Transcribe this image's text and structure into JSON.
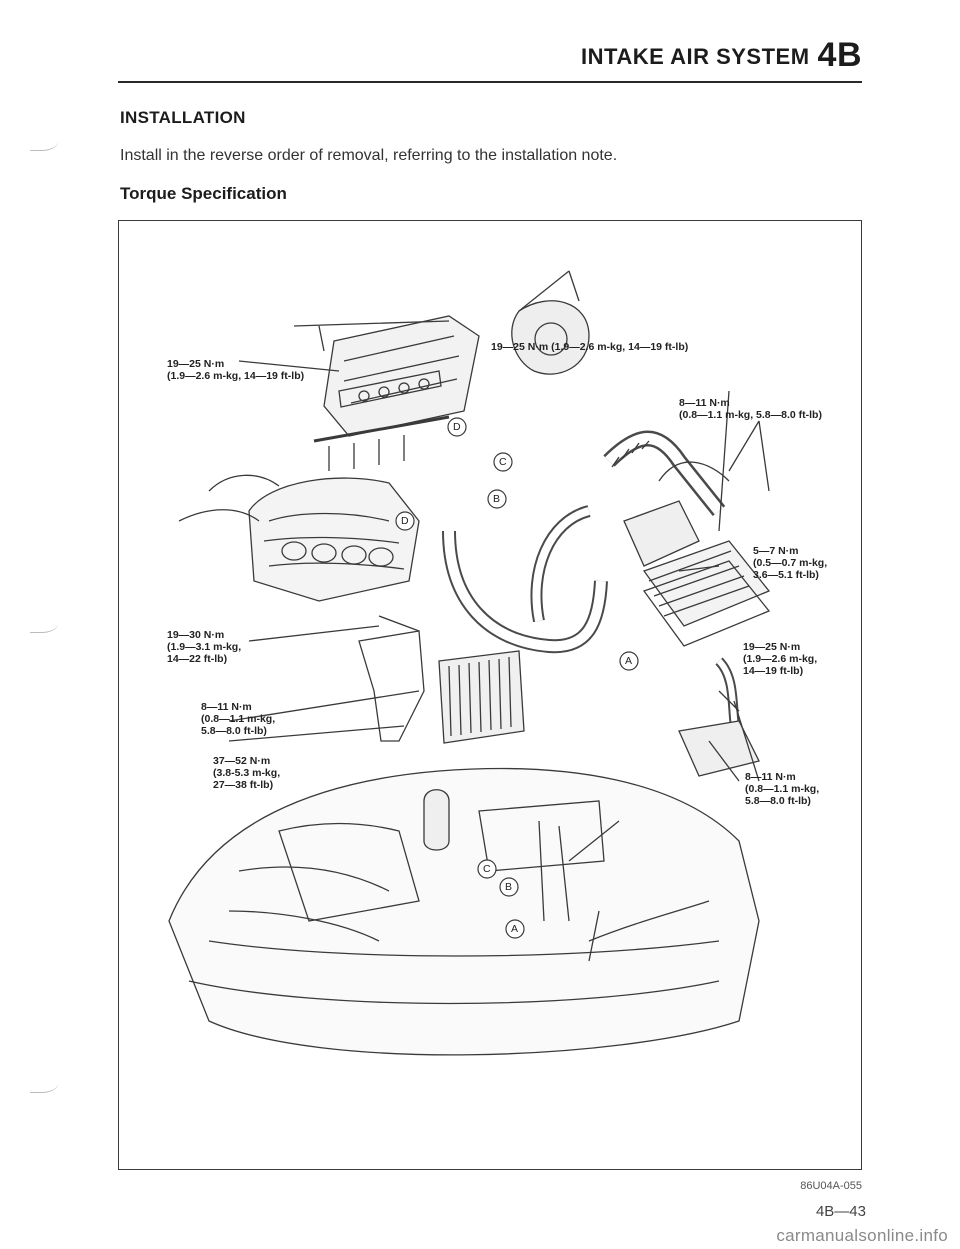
{
  "header": {
    "title": "INTAKE AIR SYSTEM",
    "section": "4B"
  },
  "installation": {
    "heading": "INSTALLATION",
    "text": "Install in the reverse order of removal, referring to the installation note."
  },
  "torque": {
    "heading": "Torque Specification"
  },
  "figure": {
    "labels": [
      {
        "id": "top-center",
        "text": "19—25 N·m (1.9—2.6 m-kg, 14—19 ft-lb)"
      },
      {
        "id": "top-left",
        "text": "19—25 N·m\n(1.9—2.6 m-kg, 14—19 ft-lb)"
      },
      {
        "id": "right-upper",
        "text": "8—11 N·m\n(0.8—1.1 m-kg, 5.8—8.0 ft-lb)"
      },
      {
        "id": "right-mid",
        "text": "5—7 N·m\n(0.5—0.7 m-kg,\n3.6—5.1 ft-lb)"
      },
      {
        "id": "left-mid",
        "text": "19—30 N·m\n(1.9—3.1 m-kg,\n14—22 ft-lb)"
      },
      {
        "id": "right-lower",
        "text": "19—25 N·m\n(1.9—2.6 m-kg,\n14—19 ft-lb)"
      },
      {
        "id": "left-lower-1",
        "text": "8—11 N·m\n(0.8—1.1 m-kg,\n5.8—8.0 ft-lb)"
      },
      {
        "id": "left-lower-2",
        "text": "37—52 N·m\n(3.8-5.3 m-kg,\n27—38 ft-lb)"
      },
      {
        "id": "right-bottom",
        "text": "8—11 N·m\n(0.8—1.1 m-kg,\n5.8—8.0 ft-lb)"
      }
    ],
    "markers": [
      "D",
      "C",
      "B",
      "D",
      "A",
      "C",
      "B",
      "A"
    ],
    "code": "86U04A-055"
  },
  "page_number": "4B—43",
  "watermark": "carmanualsonline.info"
}
